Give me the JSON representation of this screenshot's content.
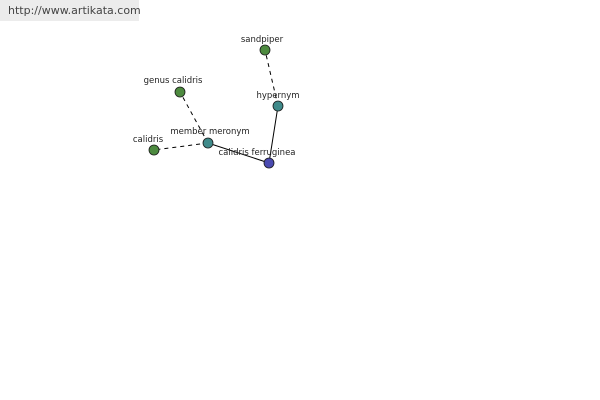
{
  "watermark": {
    "url": "http://www.artikata.com"
  },
  "graph": {
    "nodes": [
      {
        "id": "sandpiper",
        "label": "sandpiper",
        "color": "#4d8a3f"
      },
      {
        "id": "genus_calidris",
        "label": "genus calidris",
        "color": "#4d8a3f"
      },
      {
        "id": "hypernym",
        "label": "hypernym",
        "color": "#3f8a8a"
      },
      {
        "id": "calidris",
        "label": "calidris",
        "color": "#4d8a3f"
      },
      {
        "id": "member_meronym",
        "label": "member meronym",
        "color": "#3f8a8a"
      },
      {
        "id": "calidris_ferruginea",
        "label": "calidris ferruginea",
        "color": "#4a4ab0"
      }
    ],
    "edges": [
      {
        "from": "calidris_ferruginea",
        "to": "hypernym",
        "style": "solid"
      },
      {
        "from": "hypernym",
        "to": "sandpiper",
        "style": "dashed"
      },
      {
        "from": "calidris_ferruginea",
        "to": "member_meronym",
        "style": "solid"
      },
      {
        "from": "member_meronym",
        "to": "genus_calidris",
        "style": "dashed"
      },
      {
        "from": "member_meronym",
        "to": "calidris",
        "style": "dashed"
      }
    ]
  }
}
